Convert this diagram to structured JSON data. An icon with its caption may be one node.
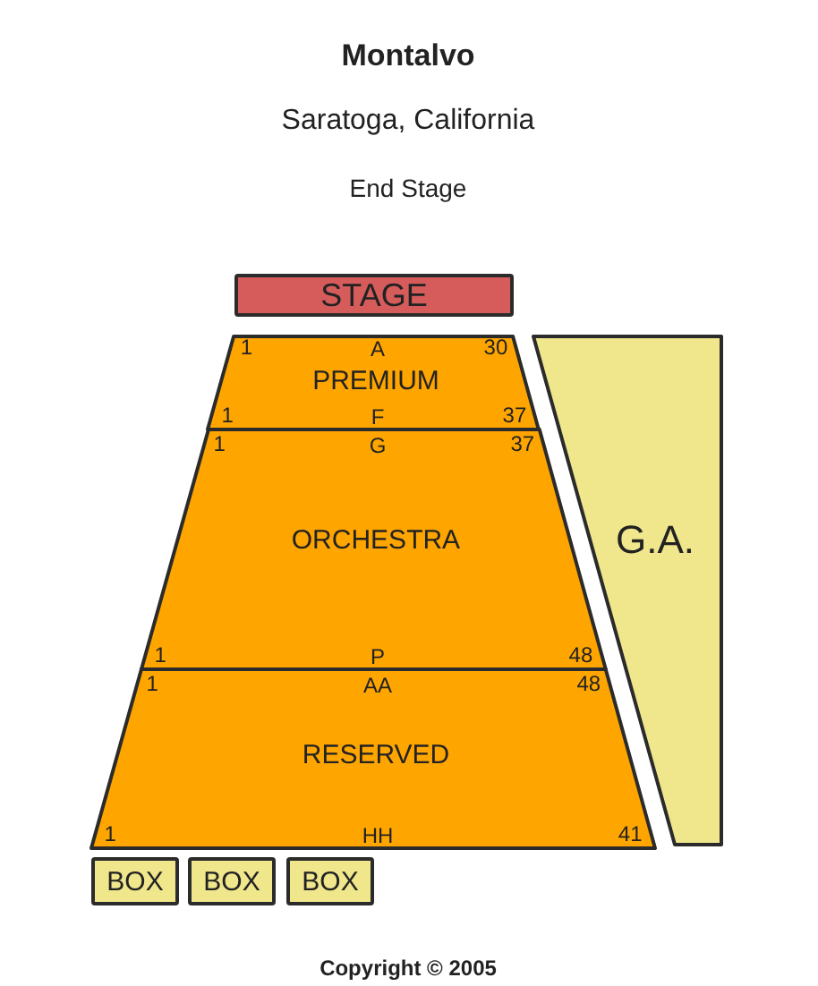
{
  "diagram": {
    "title": "Montalvo",
    "caption": "Copyright © 2005",
    "nodes": [
      {
        "text": [
          "STAGE"
        ]
      },
      {
        "text": [
          "1",
          "A",
          "30",
          "PREMIUM",
          "1",
          "F",
          "37"
        ]
      },
      {
        "text": [
          "1",
          "G",
          "37",
          "ORCHESTRA",
          "1",
          "P",
          "48"
        ]
      },
      {
        "text": [
          "1",
          "AA",
          "48",
          "RESERVED",
          "1",
          "HH",
          "41"
        ]
      },
      {
        "text": [
          "G.A."
        ]
      },
      {
        "text": [
          "BOX"
        ]
      },
      {
        "text": [
          "BOX"
        ]
      },
      {
        "text": [
          "BOX"
        ]
      }
    ],
    "labels": [
      "Saratoga, California",
      "End Stage"
    ]
  }
}
